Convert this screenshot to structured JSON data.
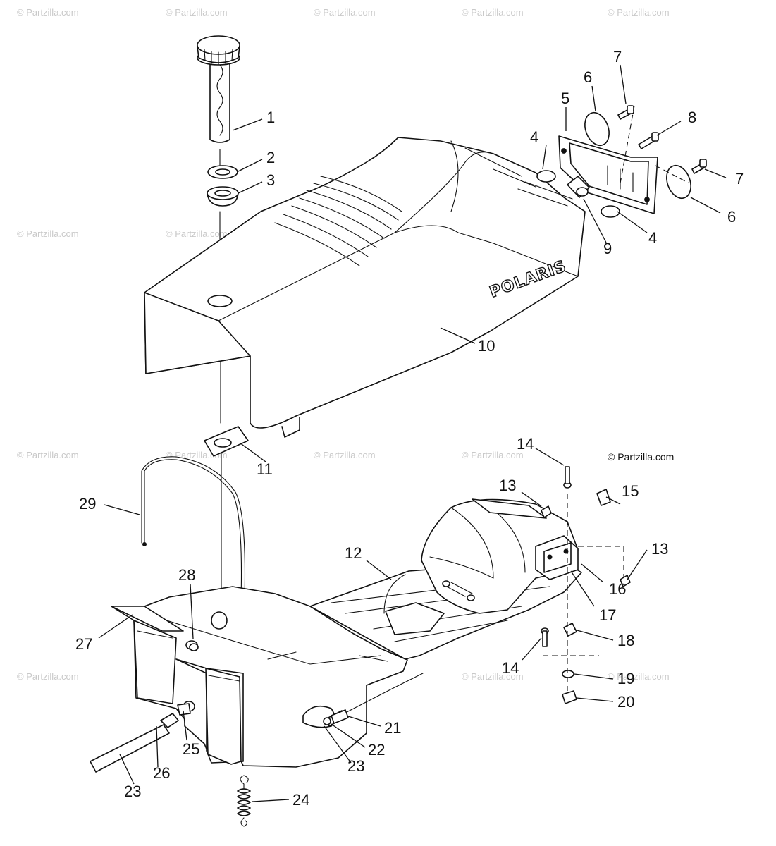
{
  "watermark_text": "© Partzilla.com",
  "credit_text": "© Partzilla.com",
  "brand_text": "POLARIS",
  "callouts": [
    "1",
    "2",
    "3",
    "4",
    "4",
    "5",
    "6",
    "6",
    "7",
    "7",
    "8",
    "9",
    "10",
    "11",
    "12",
    "13",
    "13",
    "14",
    "14",
    "15",
    "16",
    "17",
    "18",
    "19",
    "20",
    "21",
    "22",
    "23",
    "23",
    "24",
    "25",
    "26",
    "27",
    "28",
    "29"
  ]
}
